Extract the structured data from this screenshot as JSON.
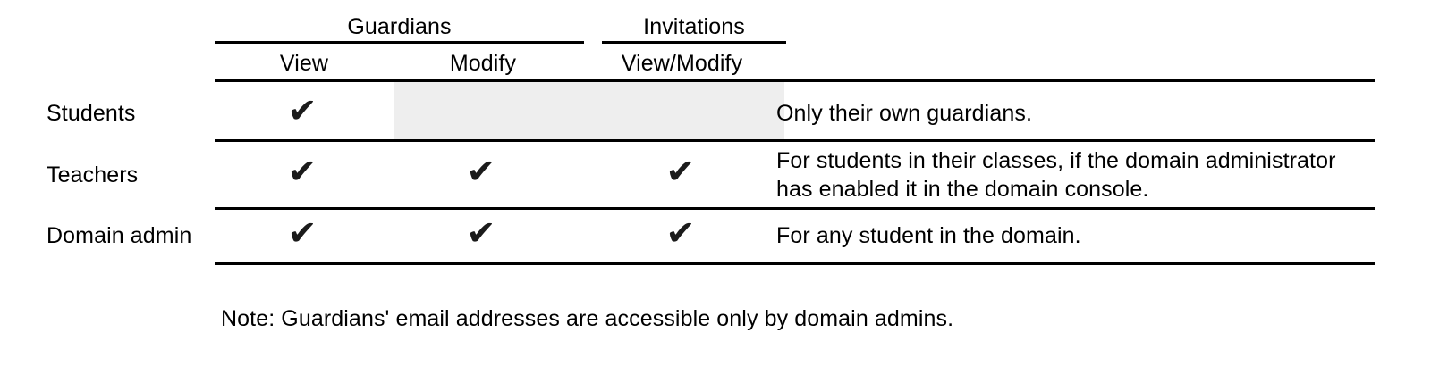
{
  "table": {
    "column_groups": [
      {
        "label": "Guardians",
        "name": "group-guardians"
      },
      {
        "label": "Invitations",
        "name": "group-invitations"
      }
    ],
    "columns": [
      {
        "label": "View",
        "name": "col-guardians-view"
      },
      {
        "label": "Modify",
        "name": "col-guardians-modify"
      },
      {
        "label": "View/Modify",
        "name": "col-invitations-viewmodify"
      }
    ],
    "rows": [
      {
        "label": "Students",
        "guardians_view": "✔",
        "guardians_modify": "",
        "invitations_viewmodify": "",
        "description_line1": "Only their own guardians.",
        "description_line2": ""
      },
      {
        "label": "Teachers",
        "guardians_view": "✔",
        "guardians_modify": "✔",
        "invitations_viewmodify": "✔",
        "description_line1": "For students in their classes, if the domain administrator",
        "description_line2": "has enabled it in the domain console."
      },
      {
        "label": "Domain admin",
        "guardians_view": "✔",
        "guardians_modify": "✔",
        "invitations_viewmodify": "✔",
        "description_line1": "For any student in the domain.",
        "description_line2": ""
      }
    ],
    "note": "Note: Guardians' email addresses are accessible only by domain admins."
  },
  "colors": {
    "text": "#000000",
    "rule": "#000000",
    "disabled_cell": "#eeeeee",
    "background": "#ffffff"
  }
}
